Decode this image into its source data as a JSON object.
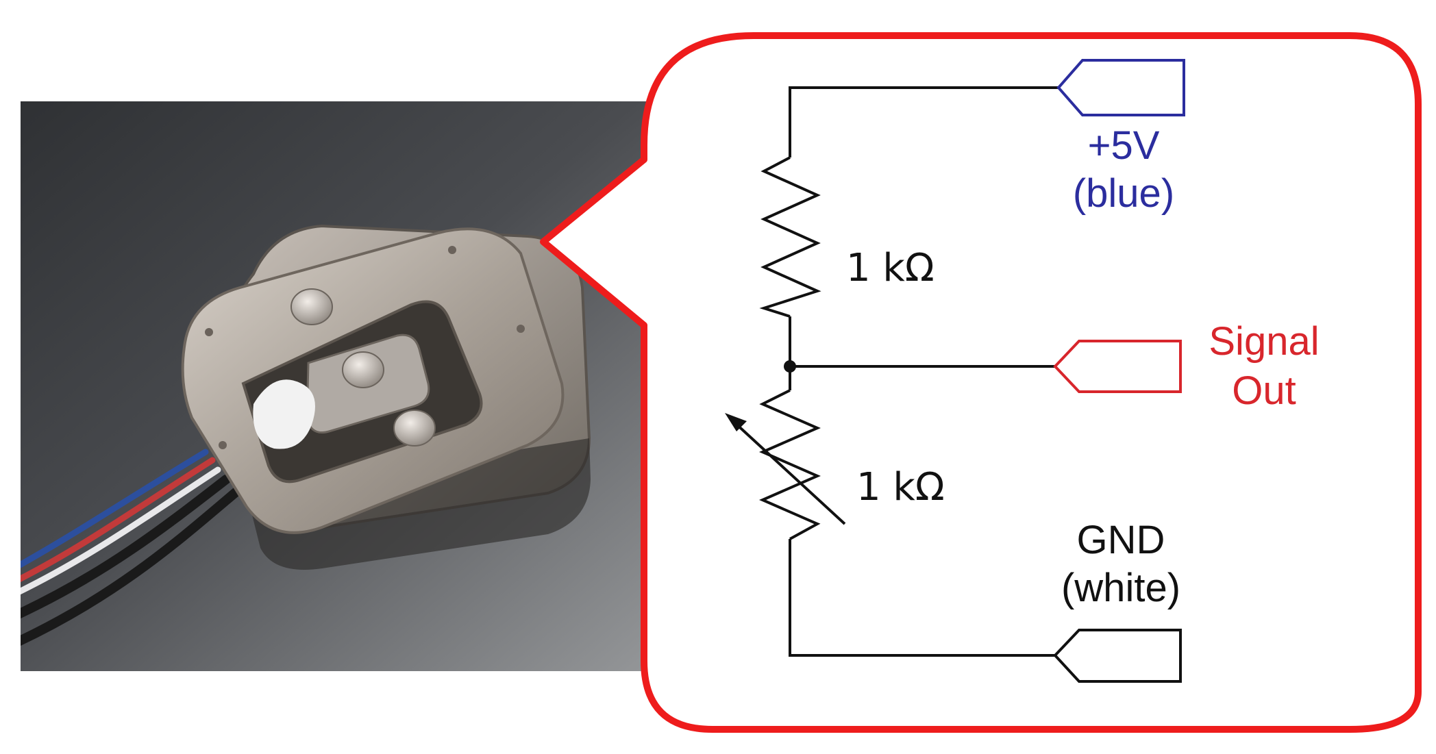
{
  "colors": {
    "callout_border": "#ee1c1c",
    "wire": "#111111",
    "supply_blue": "#2b2d9e",
    "signal_red": "#d8262c",
    "ground_black": "#111111",
    "photo_background_dark": "#3d3f42",
    "photo_background_light": "#8c8e90",
    "sensor_metal": "#b4aca4"
  },
  "photo": {
    "subject": "load-cell-photo",
    "wire_colors": [
      "#2c4f9e",
      "#c23a3a",
      "#e8e8ea",
      "#1a1a1a"
    ]
  },
  "schematic": {
    "resistor_fixed_label": "1 kΩ",
    "resistor_variable_label": "1 kΩ",
    "terminals": {
      "supply": {
        "line1": "+5V",
        "line2": "(blue)"
      },
      "signal": {
        "line1": "Signal",
        "line2": "Out"
      },
      "ground": {
        "line1": "GND",
        "line2": "(white)"
      }
    }
  }
}
